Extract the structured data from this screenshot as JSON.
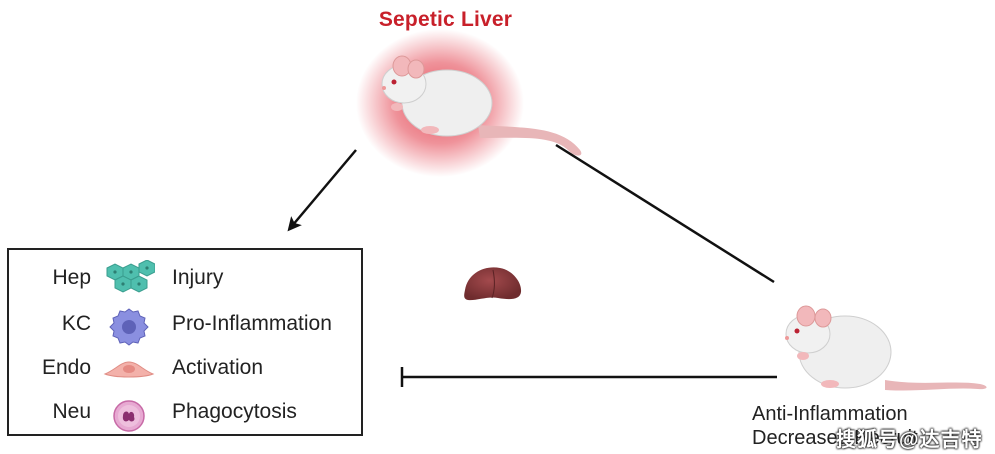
{
  "title": "Sepetic Liver",
  "legend": {
    "rows": [
      {
        "cell": "Hep",
        "effect": "Injury",
        "icon": "hepatocyte-cluster-icon"
      },
      {
        "cell": "KC",
        "effect": "Pro-Inflammation",
        "icon": "kupffer-cell-icon"
      },
      {
        "cell": "Endo",
        "effect": "Activation",
        "icon": "endothelial-cell-icon"
      },
      {
        "cell": "Neu",
        "effect": "Phagocytosis",
        "icon": "neutrophil-icon"
      }
    ]
  },
  "caption": {
    "line1": "Anti-Inflammation",
    "line2": "Decreased Recruit"
  },
  "watermark": "搜狐号@达吉特",
  "colors": {
    "title": "#c8202a",
    "glow": "#e23a48",
    "hepatocyte": "#4fbfae",
    "kupffer": "#7b7fd6",
    "endothelial": "#f0a39c",
    "neutrophil": "#c76aa6",
    "liver": "#8a3a3c",
    "mouse": "#ececec"
  }
}
